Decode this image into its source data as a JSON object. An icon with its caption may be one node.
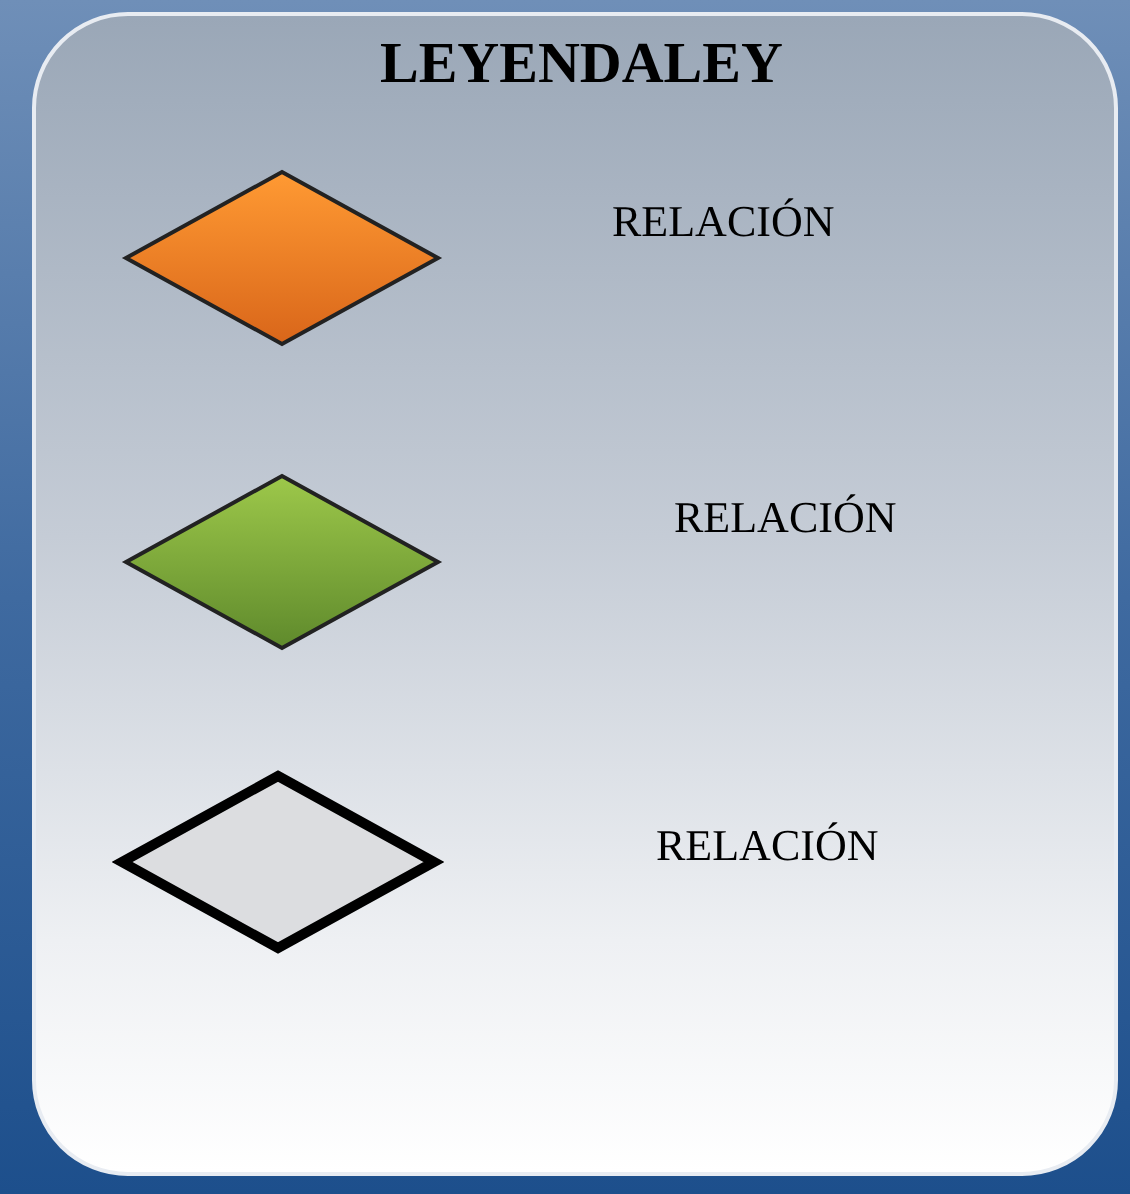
{
  "diagram": {
    "title": "LEYENDALEY",
    "legend": [
      {
        "text": "RELACIÓN"
      },
      {
        "text": "RELACIÓN"
      },
      {
        "text": "RELACIÓN"
      }
    ]
  }
}
